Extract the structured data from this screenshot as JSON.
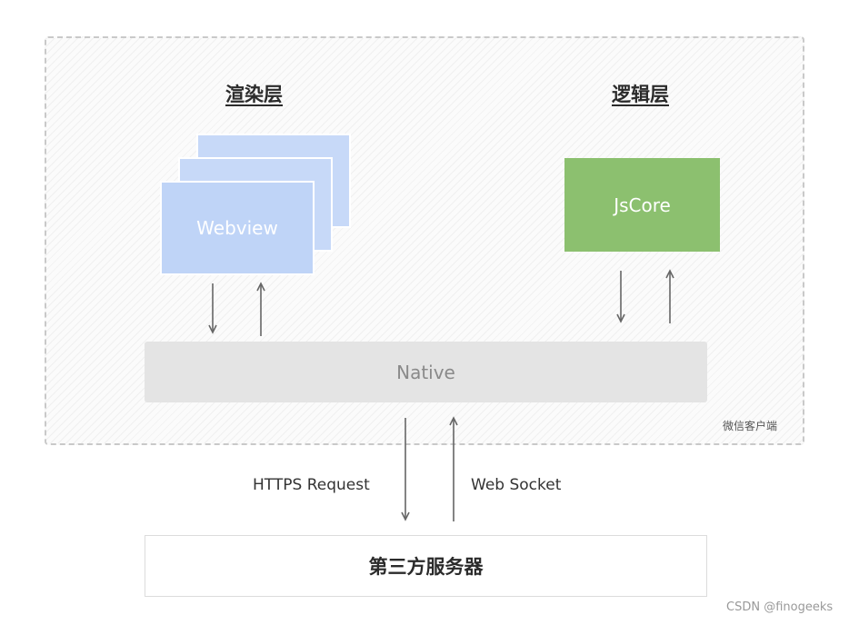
{
  "render_layer": {
    "title": "渲染层",
    "webview_label": "Webview",
    "webview_color": "#bfd4f7"
  },
  "logic_layer": {
    "title": "逻辑层",
    "jscore_label": "JsCore",
    "jscore_color": "#8cc06f"
  },
  "native": {
    "label": "Native",
    "color": "#e4e4e4"
  },
  "client": {
    "label": "微信客户端"
  },
  "network": {
    "https_label": "HTTPS Request",
    "websocket_label": "Web Socket"
  },
  "server": {
    "label": "第三方服务器"
  },
  "watermark": "CSDN @finogeeks"
}
